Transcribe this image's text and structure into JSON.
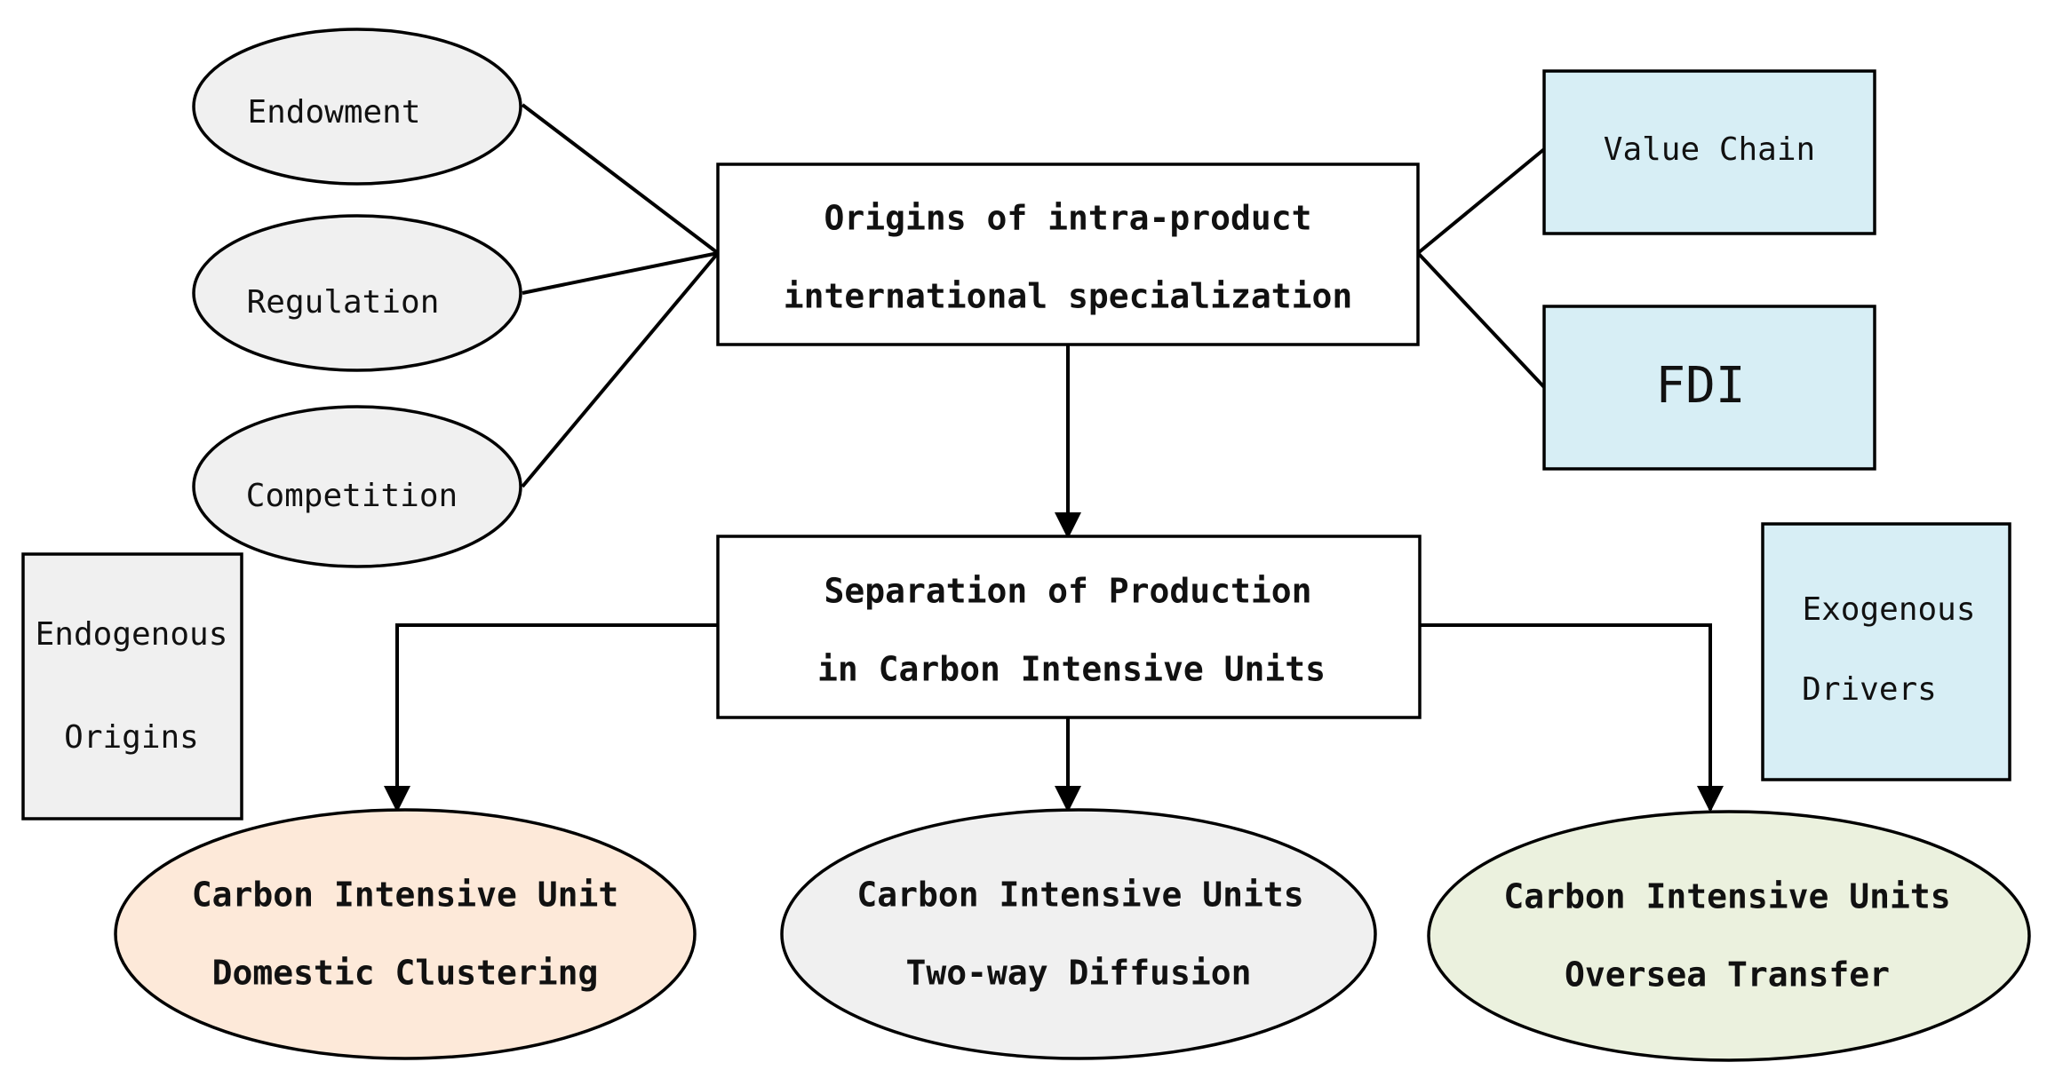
{
  "colors": {
    "grey_fill": "#f0f0f0",
    "blue_fill": "#d7eef5",
    "peach_fill": "#fde9d9",
    "green_fill": "#ebf1de",
    "white_fill": "#ffffff",
    "line": "#000000"
  },
  "nodes": {
    "endowment": {
      "lines": [
        "Endowment"
      ]
    },
    "regulation": {
      "lines": [
        "Regulation"
      ]
    },
    "competition": {
      "lines": [
        "Competition"
      ]
    },
    "origins": {
      "lines": [
        "Origins of intra-product",
        "international specialization"
      ]
    },
    "value_chain": {
      "lines": [
        "Value Chain"
      ]
    },
    "fdi": {
      "lines": [
        "FDI"
      ]
    },
    "separation": {
      "lines": [
        "Separation of Production",
        "in Carbon Intensive Units"
      ]
    },
    "endogenous": {
      "lines": [
        "Endogenous",
        "Origins"
      ]
    },
    "exogenous": {
      "lines": [
        "Exogenous",
        "Drivers"
      ]
    },
    "domestic": {
      "lines": [
        "Carbon Intensive Unit",
        "Domestic Clustering"
      ]
    },
    "two_way": {
      "lines": [
        "Carbon Intensive Units",
        "Two-way Diffusion"
      ]
    },
    "oversea": {
      "lines": [
        "Carbon Intensive Units",
        "Oversea Transfer"
      ]
    }
  },
  "edges": [
    {
      "from": "endowment",
      "to": "origins",
      "arrow": false
    },
    {
      "from": "regulation",
      "to": "origins",
      "arrow": false
    },
    {
      "from": "competition",
      "to": "origins",
      "arrow": false
    },
    {
      "from": "origins",
      "to": "value_chain",
      "arrow": false
    },
    {
      "from": "origins",
      "to": "fdi",
      "arrow": false
    },
    {
      "from": "origins",
      "to": "separation",
      "arrow": true
    },
    {
      "from": "separation",
      "to": "domestic",
      "arrow": true
    },
    {
      "from": "separation",
      "to": "two_way",
      "arrow": true
    },
    {
      "from": "separation",
      "to": "oversea",
      "arrow": true
    }
  ]
}
